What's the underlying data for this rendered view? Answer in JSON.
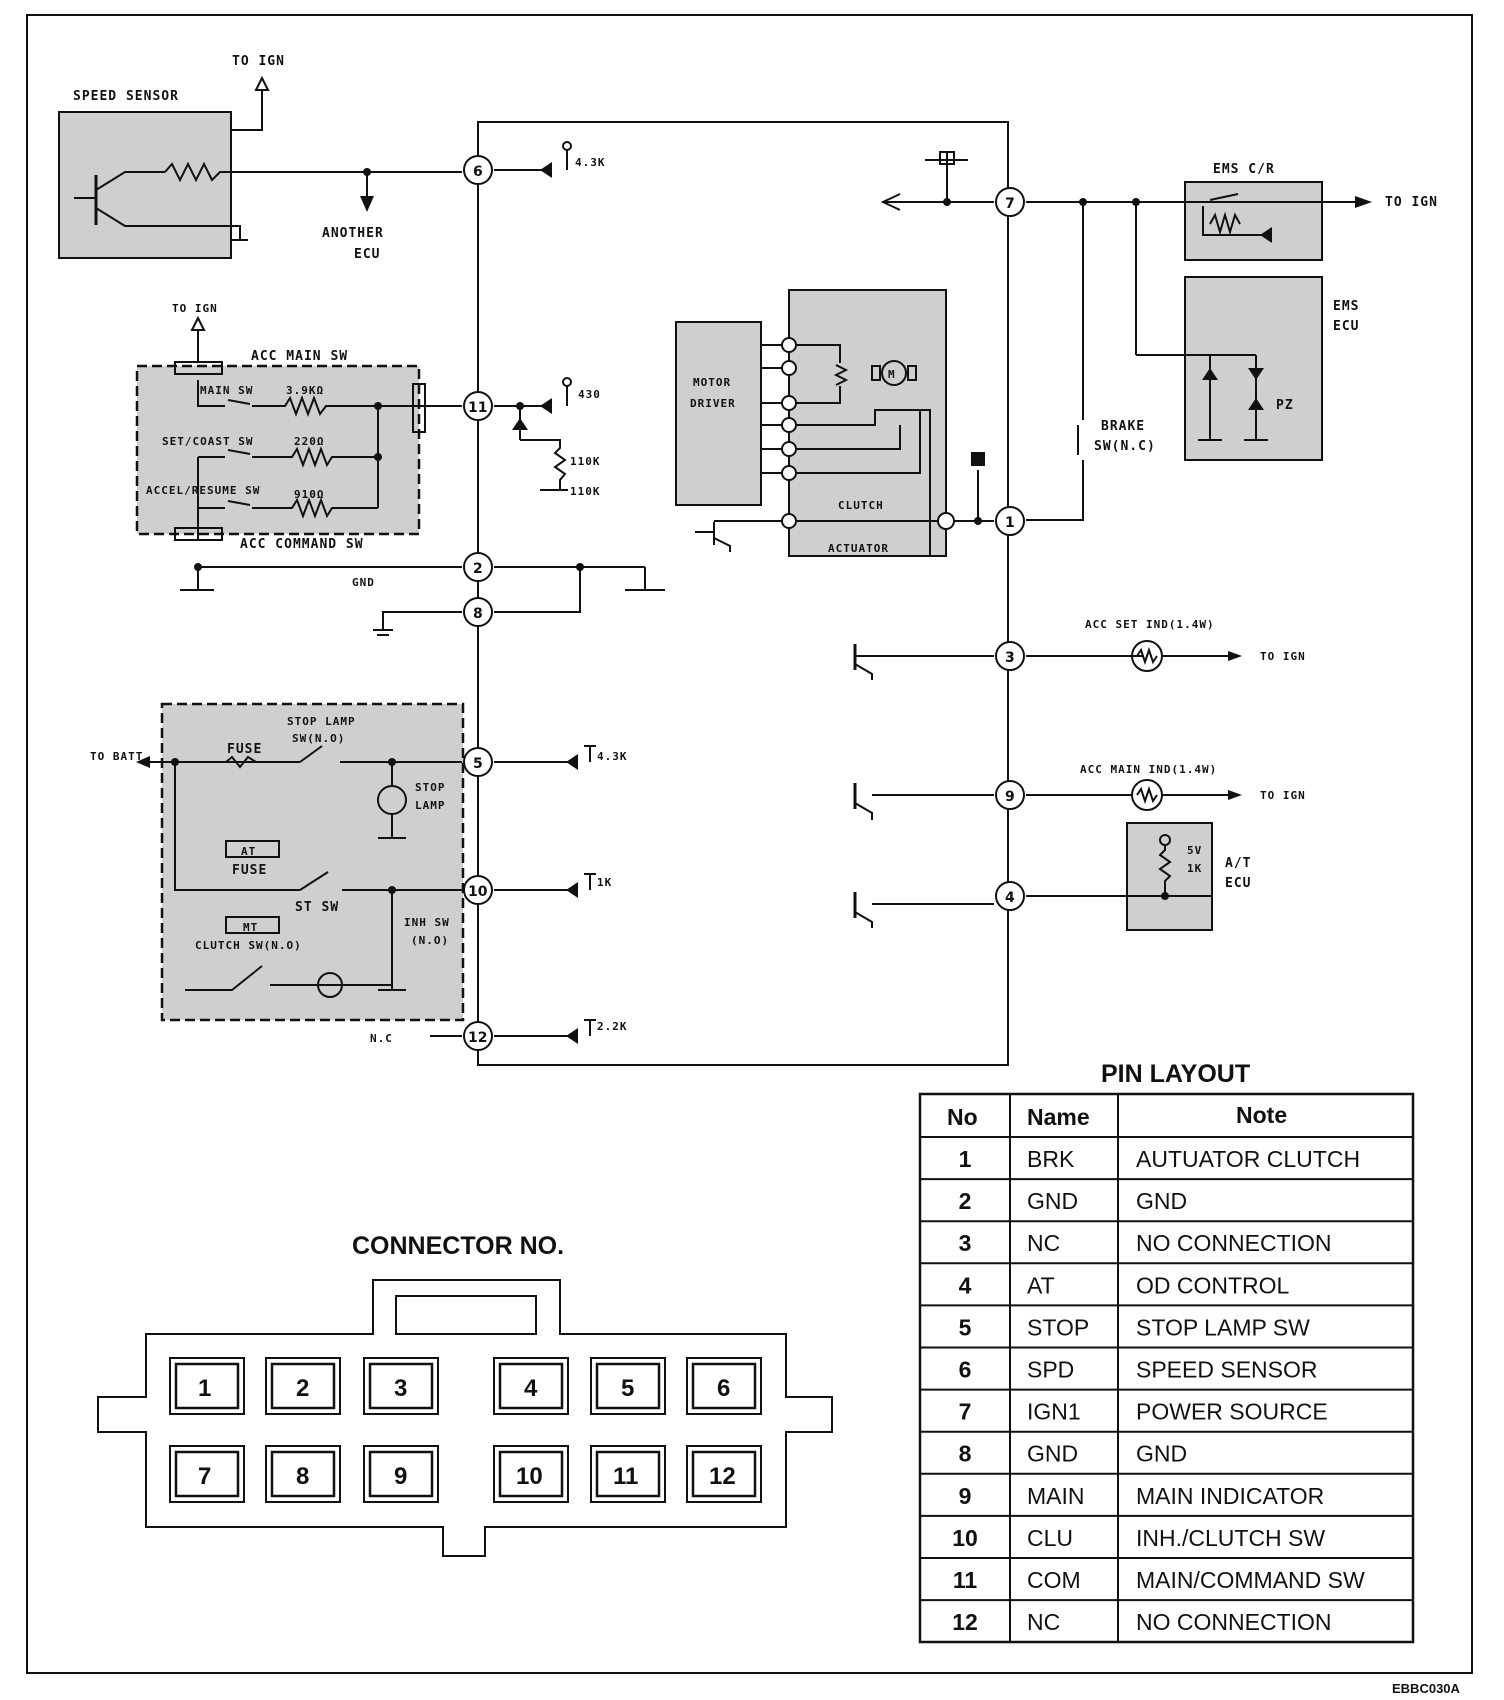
{
  "diagram": {
    "labels": {
      "speed_sensor": "SPEED SENSOR",
      "to_ign": "TO IGN",
      "another_ecu_1": "ANOTHER",
      "another_ecu_2": "ECU",
      "res_4_3k": "4.3K",
      "ems_cr": "EMS C/R",
      "ems_ecu_1": "EMS",
      "ems_ecu_2": "ECU",
      "pz": "PZ",
      "acc_main_sw": "ACC MAIN SW",
      "main_sw": "MAIN SW",
      "r_3_9k": "3.9KΩ",
      "set_coast_sw": "SET/COAST SW",
      "r_220": "220Ω",
      "accel_resume_sw": "ACCEL/RESUME SW",
      "r_910": "910Ω",
      "acc_command_sw": "ACC COMMAND SW",
      "r_430": "430",
      "r_110k_a": "110K",
      "r_110k_b": "110K",
      "motor_driver_1": "MOTOR",
      "motor_driver_2": "DRIVER",
      "motor_m": "M",
      "clutch": "CLUTCH",
      "actuator": "ACTUATOR",
      "brake_sw_1": "BRAKE",
      "brake_sw_2": "SW(N.C)",
      "gnd": "GND",
      "acc_set_ind": "ACC SET IND(1.4W)",
      "acc_main_ind": "ACC MAIN IND(1.4W)",
      "to_batt": "TO BATT",
      "fuse": "FUSE",
      "stop_lamp_sw_1": "STOP LAMP",
      "stop_lamp_sw_2": "SW(N.O)",
      "stop_lamp_1": "STOP",
      "stop_lamp_2": "LAMP",
      "at": "AT",
      "st_sw": "ST SW",
      "mt": "MT",
      "clutch_sw": "CLUTCH SW(N.O)",
      "inh_sw_1": "INH SW",
      "inh_sw_2": "(N.O)",
      "r_1k": "1K",
      "r_2_2k": "2.2K",
      "nc": "N.C",
      "at_ecu_1": "A/T",
      "at_ecu_2": "ECU",
      "v5": "5V",
      "k1": "1K"
    },
    "pins": [
      "1",
      "2",
      "3",
      "4",
      "5",
      "6",
      "7",
      "8",
      "9",
      "10",
      "11",
      "12"
    ]
  },
  "connector": {
    "title": "CONNECTOR NO.",
    "top_row": [
      "1",
      "2",
      "3",
      "4",
      "5",
      "6"
    ],
    "bottom_row": [
      "7",
      "8",
      "9",
      "10",
      "11",
      "12"
    ]
  },
  "pin_layout": {
    "title": "PIN LAYOUT",
    "columns": [
      "No",
      "Name",
      "Note"
    ],
    "rows": [
      [
        "1",
        "BRK",
        "AUTUATOR CLUTCH"
      ],
      [
        "2",
        "GND",
        "GND"
      ],
      [
        "3",
        "NC",
        "NO CONNECTION"
      ],
      [
        "4",
        "AT",
        "OD CONTROL"
      ],
      [
        "5",
        "STOP",
        "STOP LAMP SW"
      ],
      [
        "6",
        "SPD",
        "SPEED SENSOR"
      ],
      [
        "7",
        "IGN1",
        "POWER SOURCE"
      ],
      [
        "8",
        "GND",
        "GND"
      ],
      [
        "9",
        "MAIN",
        "MAIN INDICATOR"
      ],
      [
        "10",
        "CLU",
        "INH./CLUTCH SW"
      ],
      [
        "11",
        "COM",
        "MAIN/COMMAND SW"
      ],
      [
        "12",
        "NC",
        "NO CONNECTION"
      ]
    ]
  },
  "figure_code": "EBBC030A"
}
